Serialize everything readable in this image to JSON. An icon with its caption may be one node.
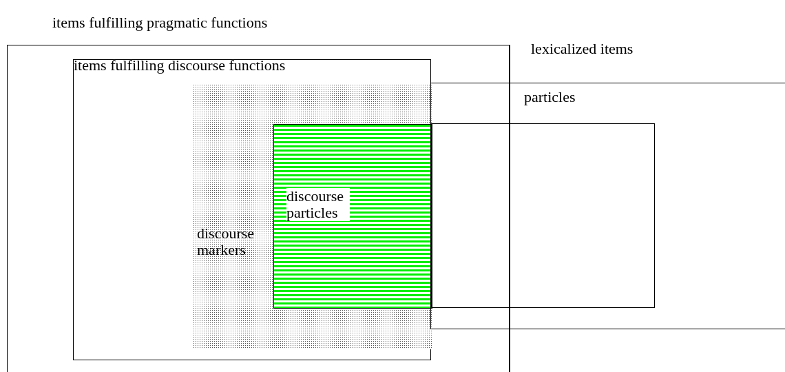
{
  "diagram": {
    "nodes": [
      {
        "text": [
          "items fulfilling pragmatic functions"
        ]
      },
      {
        "text": [
          "lexicalized items"
        ]
      },
      {
        "text": [
          "items fulfilling discourse functions"
        ],
        "in": 0
      },
      {
        "text": [
          "discourse markers"
        ],
        "in": 2
      },
      {
        "text": [
          "particles"
        ]
      },
      {
        "text": [
          "discourse particles"
        ],
        "in": 3
      },
      {
        "text": [],
        "shape": "box",
        "in": 4
      }
    ]
  }
}
